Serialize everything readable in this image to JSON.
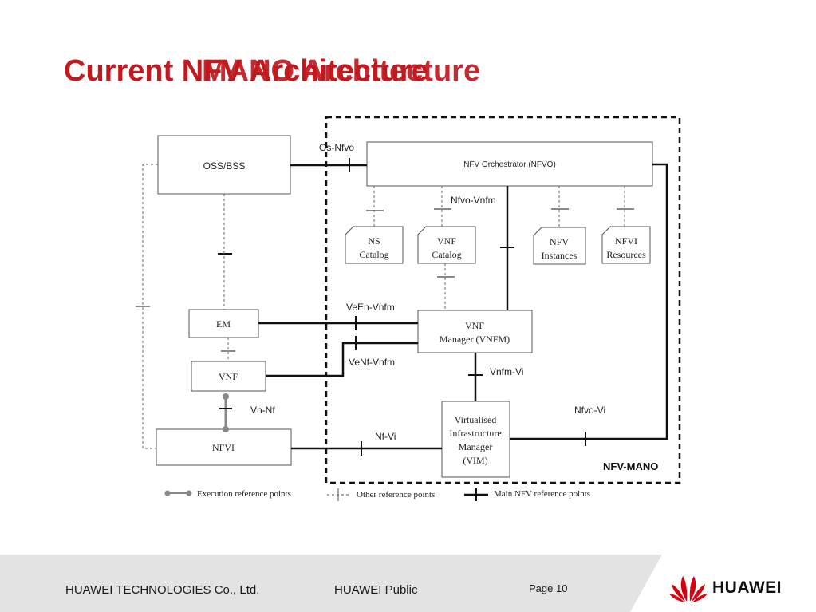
{
  "slide": {
    "title_under": "Current NFV Architecture",
    "title_over": "MANO Architecture"
  },
  "diagram": {
    "nodes": {
      "oss_bss": "OSS/BSS",
      "nfvo": "NFV Orchestrator (NFVO)",
      "ns_catalog_1": "NS",
      "ns_catalog_2": "Catalog",
      "vnf_catalog_1": "VNF",
      "vnf_catalog_2": "Catalog",
      "nfv_instances_1": "NFV",
      "nfv_instances_2": "Instances",
      "nfvi_resources_1": "NFVI",
      "nfvi_resources_2": "Resources",
      "em": "EM",
      "vnf": "VNF",
      "vnfm_1": "VNF",
      "vnfm_2": "Manager (VNFM)",
      "nfvi": "NFVI",
      "vim_1": "Virtualised",
      "vim_2": "Infrastructure",
      "vim_3": "Manager",
      "vim_4": "(VIM)",
      "mano_label": "NFV-MANO"
    },
    "reference_points": {
      "os_nfvo": "Os-Nfvo",
      "nfvo_vnfm": "Nfvo-Vnfm",
      "veen_vnfm": "VeEn-Vnfm",
      "venf_vnfm": "VeNf-Vnfm",
      "vnfm_vi": "Vnfm-Vi",
      "vn_nf": "Vn-Nf",
      "nf_vi": "Nf-Vi",
      "nfvo_vi": "Nfvo-Vi"
    },
    "legend": {
      "execution": "Execution reference points",
      "other": "Other reference points",
      "main": "Main NFV reference points"
    }
  },
  "footer": {
    "company": "HUAWEI TECHNOLOGIES Co., Ltd.",
    "classification": "HUAWEI Public",
    "page": "Page 10",
    "logo_text": "HUAWEI"
  },
  "colors": {
    "title": "#c0191e",
    "logo": "#d7000f"
  }
}
